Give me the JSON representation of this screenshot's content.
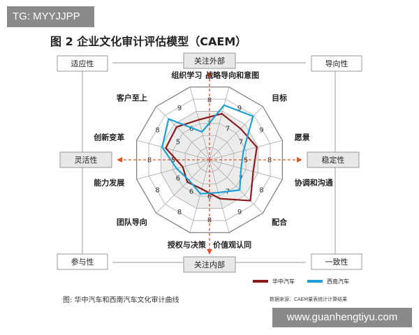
{
  "watermark_top": "TG: MYYJJPP",
  "watermark_bottom": "www.guanhengtiyu.com",
  "figure_title": "图 2  企业文化审计评估模型（CAEM）",
  "caption": "图:  华中汽车和西南汽车文化审计曲线",
  "source": "数据来源：CAEM量表统计计算结果",
  "boxes": {
    "top": "关注外部",
    "bottom": "关注内部",
    "left": "灵活性",
    "right": "稳定性",
    "top_left": "适应性",
    "top_right": "导向性",
    "bottom_left": "参与性",
    "bottom_right": "一致性"
  },
  "colors": {
    "series_1": "#8b1a1a",
    "series_2": "#1e9fd6",
    "arrow": "#e0531e"
  },
  "chart_data": {
    "type": "radar",
    "axes": [
      "战略导向和意图",
      "目标",
      "愿景",
      "协调和沟通",
      "配合",
      "价值观认同",
      "授权与决策",
      "团队导向",
      "能力发展",
      "创新变革",
      "客户至上",
      "组织学习"
    ],
    "rings": [
      5,
      6,
      7,
      8,
      9
    ],
    "tick_labels": [
      [
        "7",
        "9"
      ],
      [
        "7",
        "9"
      ],
      [
        "5",
        "8"
      ],
      [
        "7",
        "8"
      ],
      [
        "7",
        "9"
      ],
      [
        "6",
        "8"
      ],
      [
        "6",
        "8"
      ],
      [
        "6",
        "8"
      ],
      [
        "5",
        "8"
      ],
      [
        "5",
        "8"
      ],
      [
        "6",
        "9"
      ],
      [
        "7",
        "8"
      ]
    ],
    "series": [
      {
        "name": "华中汽车",
        "values": [
          7.8,
          7.5,
          7.9,
          7.6,
          8.6,
          7.2,
          6.4,
          6.5,
          6.2,
          7.6,
          7.7,
          7.3
        ]
      },
      {
        "name": "西南汽车",
        "values": [
          8.5,
          8.9,
          6.8,
          6.6,
          7.4,
          6.7,
          6.8,
          6.3,
          6.7,
          7.9,
          8.6,
          6.3
        ]
      }
    ]
  }
}
